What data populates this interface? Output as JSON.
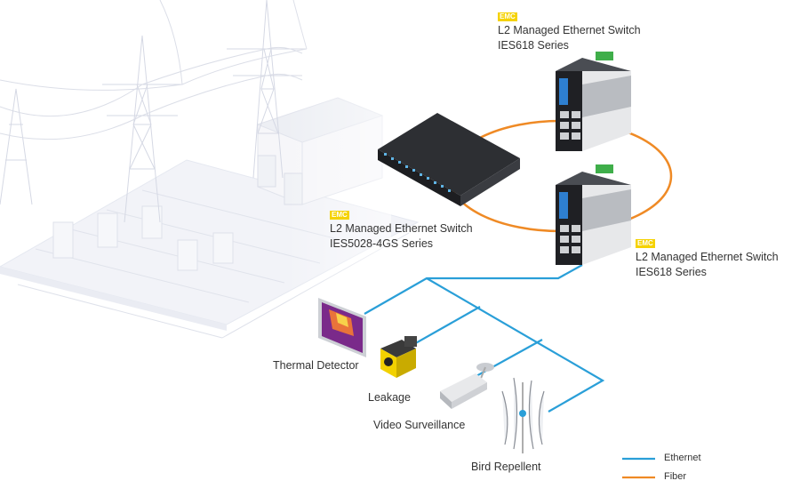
{
  "switches": [
    {
      "badge": "EMC",
      "name": "L2 Managed Ethernet Switch",
      "series": "IES618 Series"
    },
    {
      "badge": "EMC",
      "name": "L2 Managed Ethernet Switch",
      "series": "IES5028-4GS Series"
    },
    {
      "badge": "EMC",
      "name": "L2 Managed Ethernet Switch",
      "series": "IES618 Series"
    }
  ],
  "devices": {
    "thermal": "Thermal Detector",
    "leakage": "Leakage",
    "video": "Video Surveillance",
    "bird": "Bird Repellent"
  },
  "legend": {
    "ethernet": "Ethernet",
    "fiber": "Fiber"
  },
  "colors": {
    "ethernet": "#2a9fd8",
    "fiber": "#ef8a25",
    "emc_badge": "#f5d200"
  }
}
